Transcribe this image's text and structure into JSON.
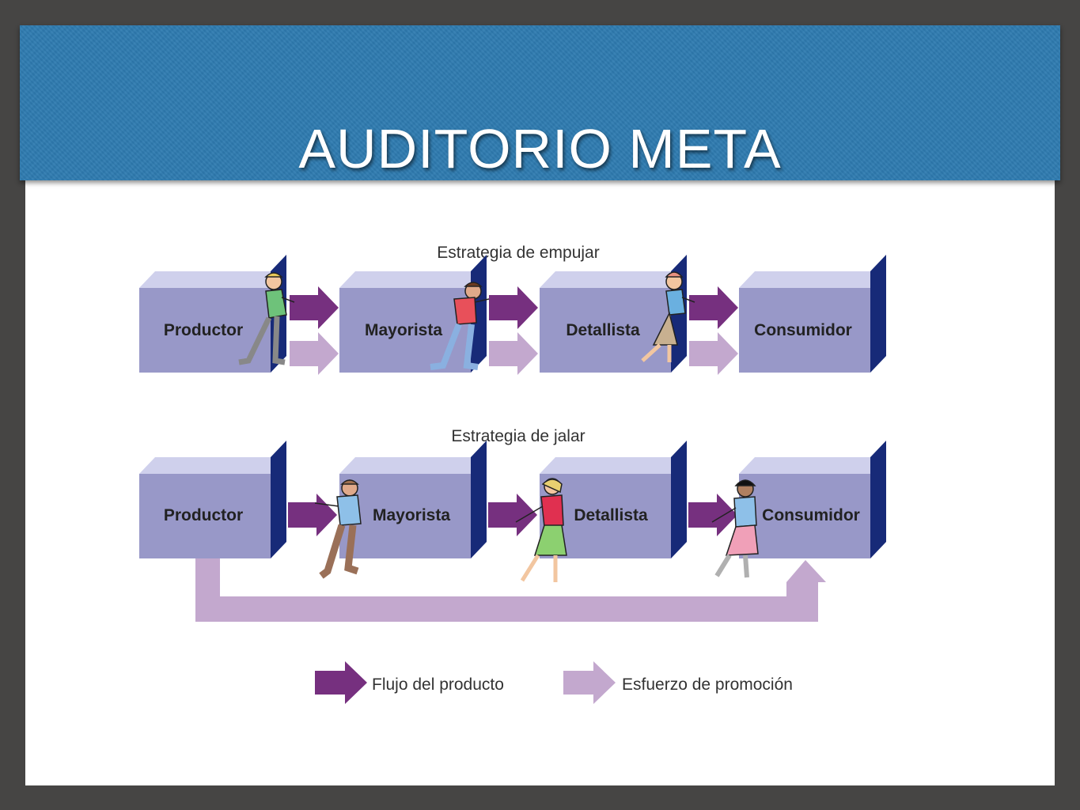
{
  "slide": {
    "title": "AUDITORIO META"
  },
  "colors": {
    "box_face": "#9898c8",
    "box_top": "#cfd0ec",
    "box_side": "#172a78",
    "product_flow": "#76307f",
    "promotion_effort": "#c3a8ce"
  },
  "push": {
    "title": "Estrategia de empujar",
    "boxes": [
      "Productor",
      "Mayorista",
      "Detallista",
      "Consumidor"
    ]
  },
  "pull": {
    "title": "Estrategia de jalar",
    "boxes": [
      "Productor",
      "Mayorista",
      "Detallista",
      "Consumidor"
    ]
  },
  "legend": {
    "product_flow": "Flujo del producto",
    "promotion_effort": "Esfuerzo de promoción"
  }
}
